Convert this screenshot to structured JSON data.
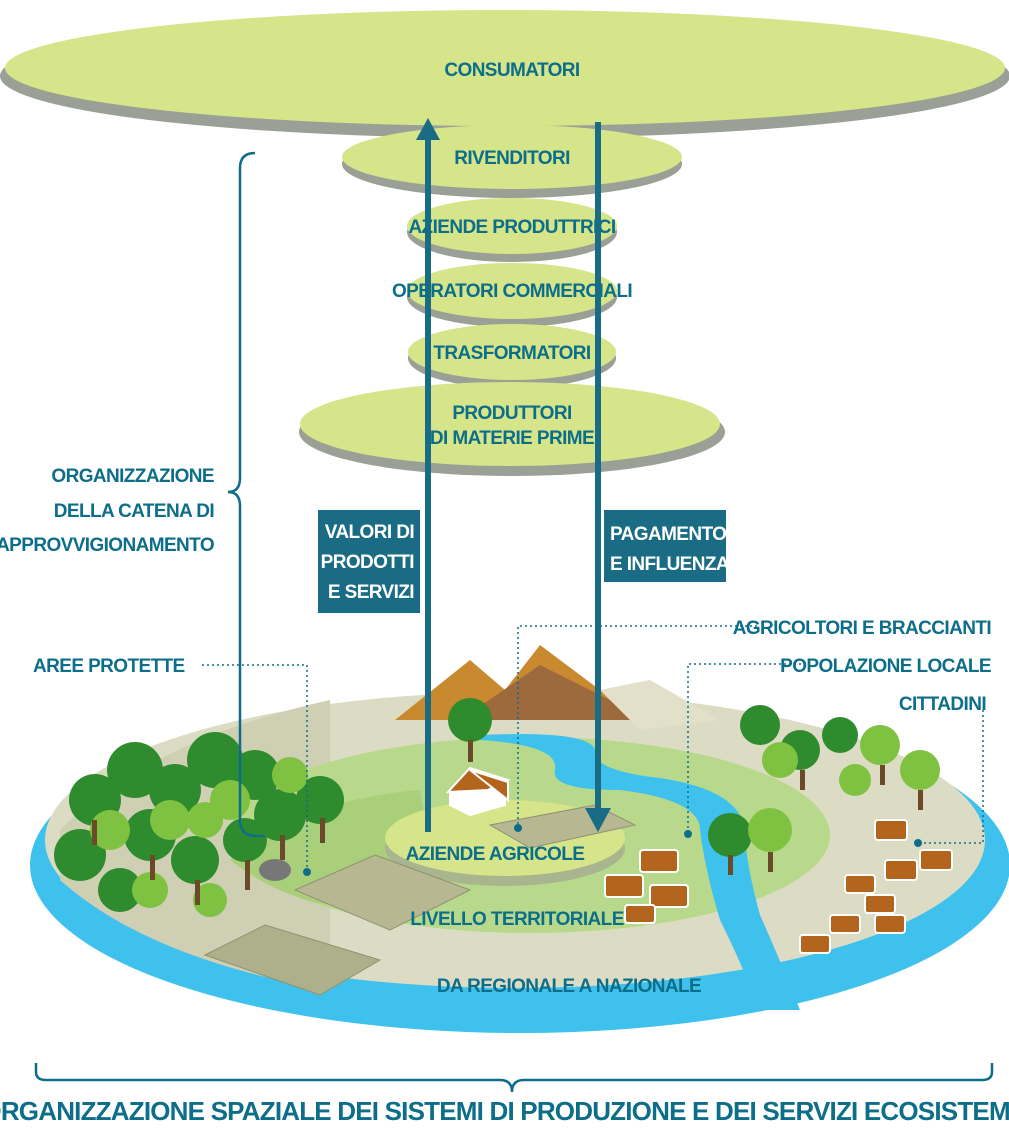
{
  "levels": {
    "consumers": "CONSUMATORI",
    "retailers": "RIVENDITORI",
    "manufacturers": "AZIENDE PRODUTTRICI",
    "traders": "OPERATORI COMMERCIALI",
    "processors": "TRASFORMATORI",
    "producers_line1": "PRODUTTORI",
    "producers_line2": "DI MATERIE PRIME"
  },
  "flows": {
    "up_line1": "VALORI DI",
    "up_line2": "PRODOTTI",
    "up_line3": "E SERVIZI",
    "down_line1": "PAGAMENTO",
    "down_line2": "E INFLUENZA"
  },
  "supply_chain": {
    "line1": "ORGANIZZAZIONE",
    "line2": "DELLA CATENA DI",
    "line3": "APPROVVIGIONAMENTO"
  },
  "callouts": {
    "protected_areas": "AREE PROTETTE",
    "farmers": "AGRICOLTORI E BRACCIANTI",
    "local_population": "POPOLAZIONE LOCALE",
    "citizens": "CITTADINI"
  },
  "landscape": {
    "farms": "AZIENDE AGRICOLE",
    "territorial": "LIVELLO TERRITORIALE",
    "regional": "DA REGIONALE A NAZIONALE"
  },
  "bottom_caption": "ORGANIZZAZIONE SPAZIALE DEI SISTEMI DI PRODUZIONE E DEI SERVIZI ECOSISTEMICI",
  "colors": {
    "disk_fill": "#d6e48a",
    "disk_shadow": "#9aa095",
    "text_teal": "#0d6e8a",
    "flow_box": "#1a6c84",
    "water": "#3fc1ee",
    "grass": "#b8d98b",
    "beige": "#dcdcc4",
    "tree_dark": "#2e8b2e",
    "tree_light": "#7fc241",
    "house_roof": "#b3651e",
    "mountain": "#c98a2f"
  }
}
